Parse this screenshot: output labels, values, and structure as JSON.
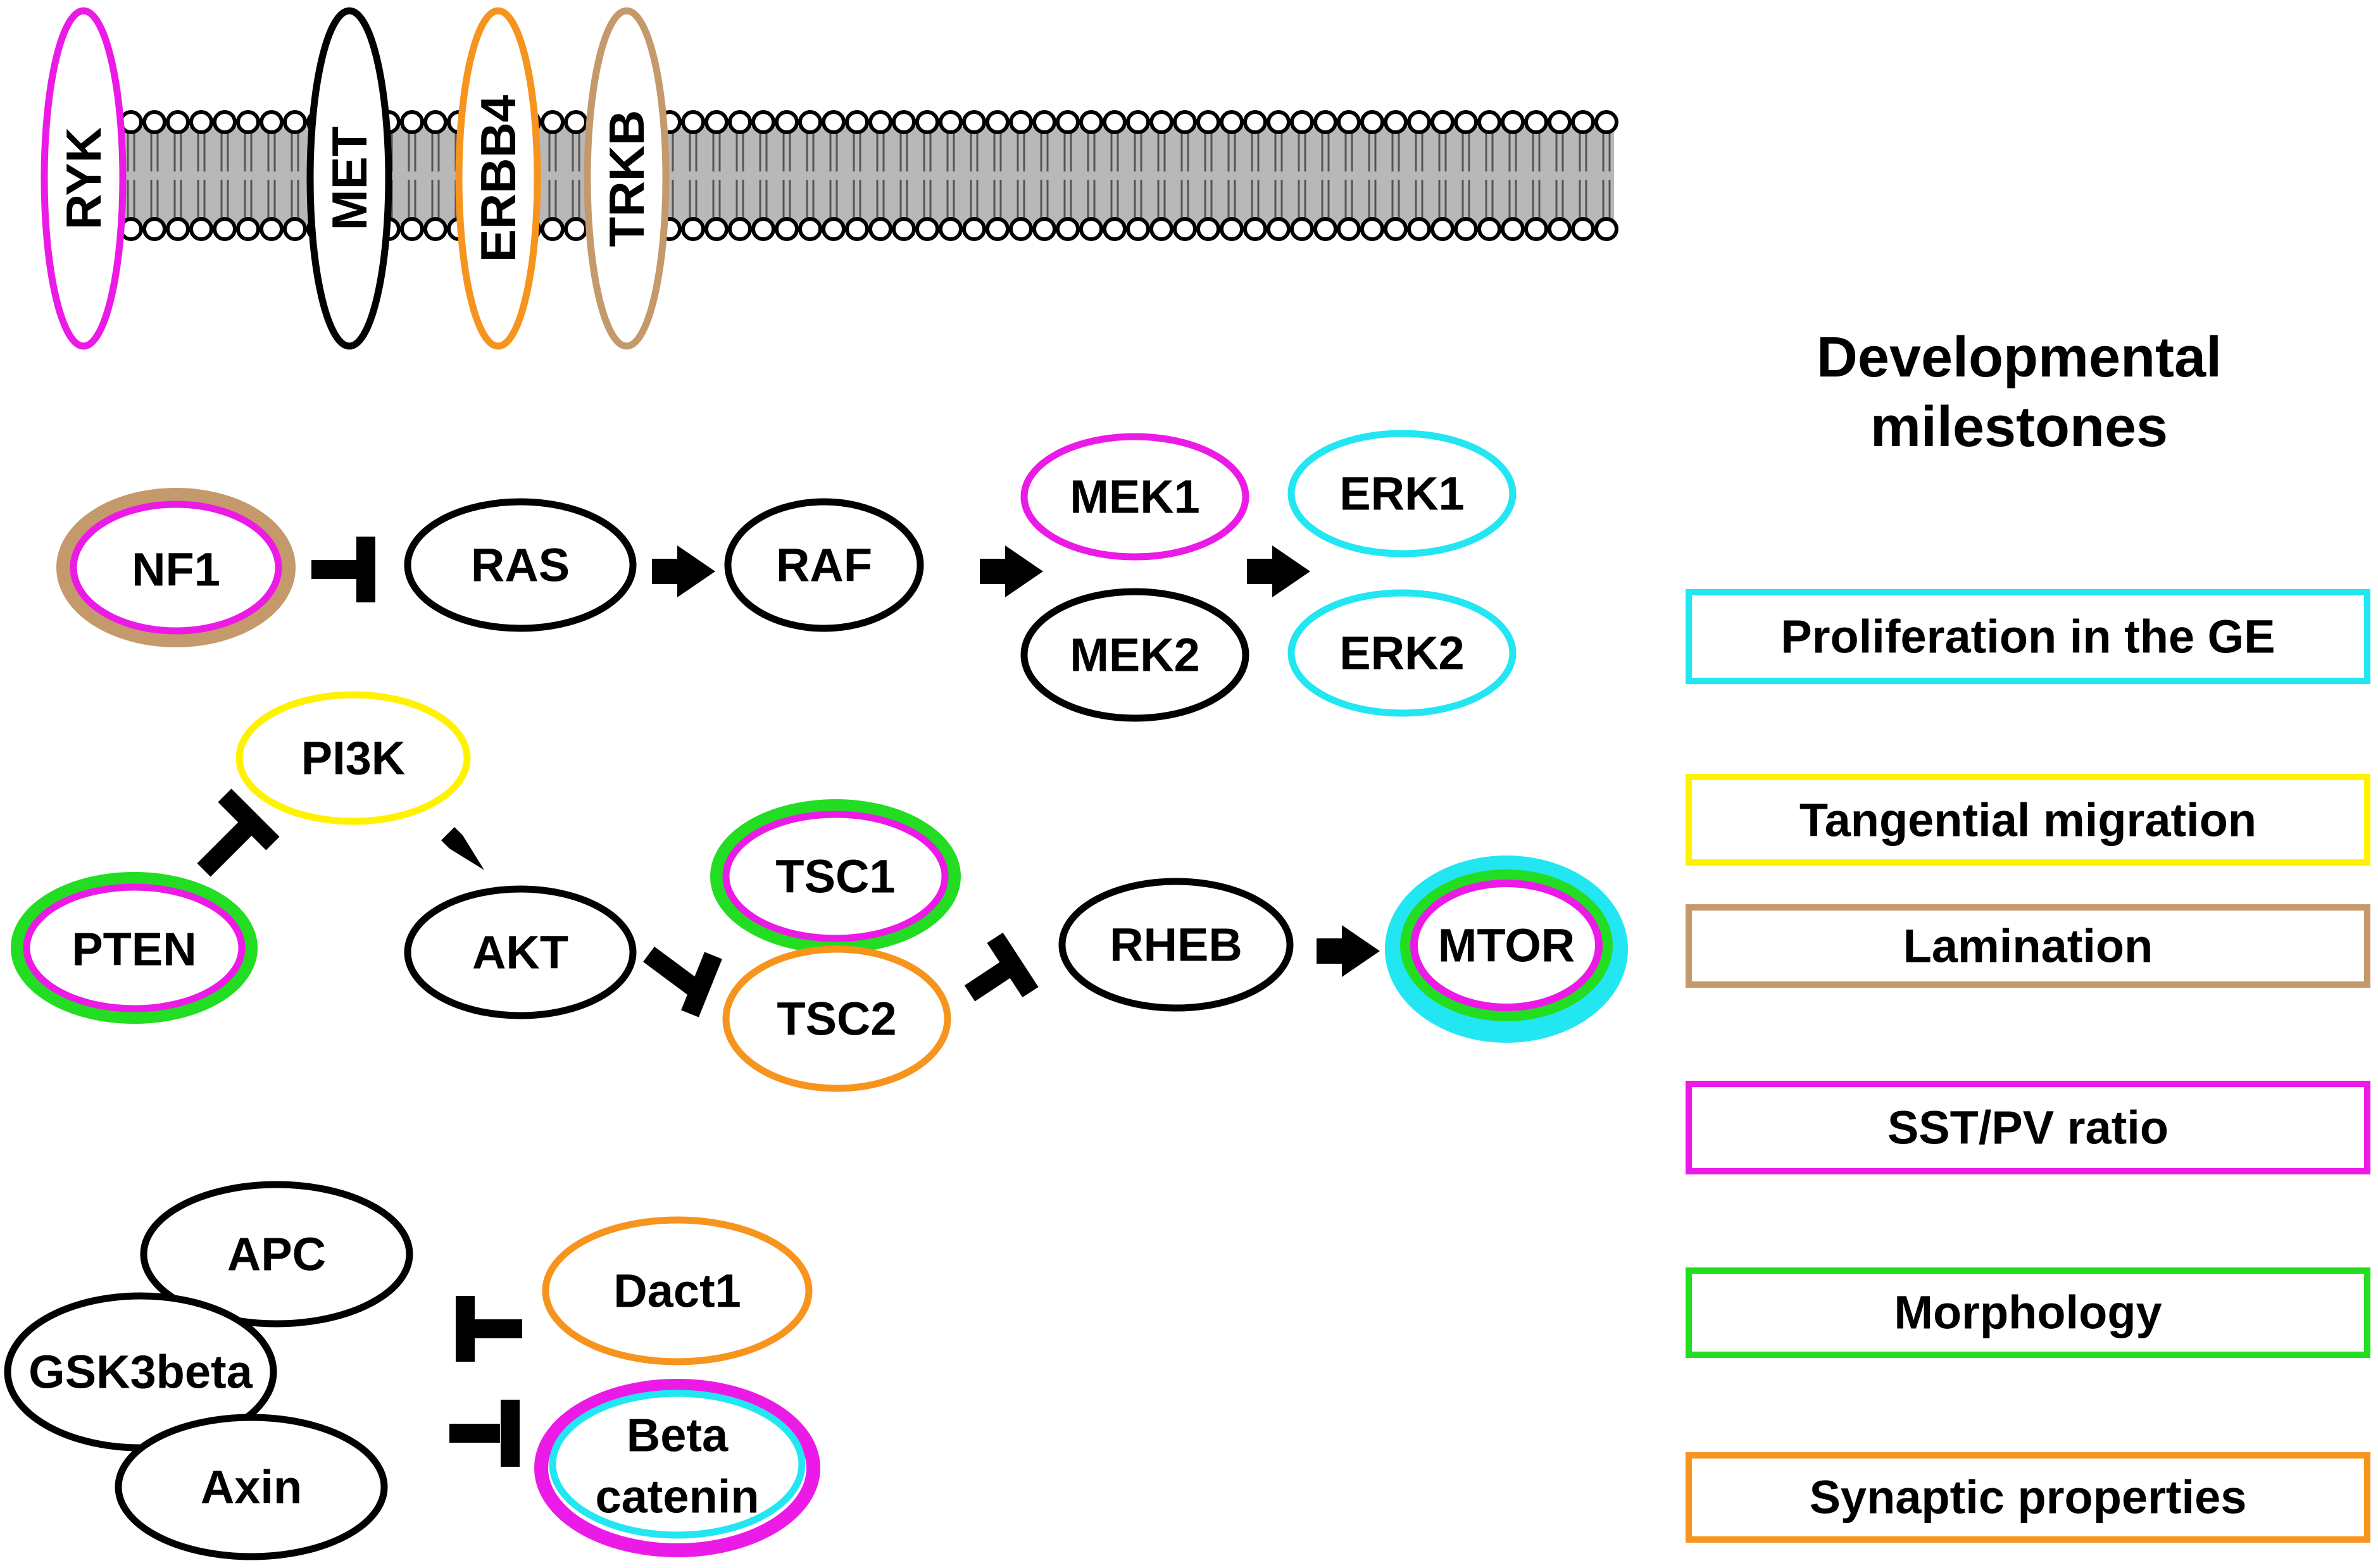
{
  "colors": {
    "cyan": "#22E6F2",
    "yellow": "#FFF200",
    "tan": "#C49A6C",
    "magenta": "#EC1AE6",
    "green": "#22DD22",
    "orange": "#F7941D",
    "black": "#000000",
    "membrane_fill": "#B8B8B8"
  },
  "receptors": [
    {
      "label": "RYK",
      "color": "magenta"
    },
    {
      "label": "MET",
      "color": "black"
    },
    {
      "label": "ERBB4",
      "color": "orange"
    },
    {
      "label": "TRKB",
      "color": "tan"
    }
  ],
  "nodes": {
    "nf1": "NF1",
    "ras": "RAS",
    "raf": "RAF",
    "mek1": "MEK1",
    "mek2": "MEK2",
    "erk1": "ERK1",
    "erk2": "ERK2",
    "pi3k": "PI3K",
    "pten": "PTEN",
    "akt": "AKT",
    "tsc1": "TSC1",
    "tsc2": "TSC2",
    "rheb": "RHEB",
    "mtor": "MTOR",
    "apc": "APC",
    "gsk3beta": "GSK3beta",
    "axin": "Axin",
    "dact1": "Dact1",
    "beta_catenin_line1": "Beta",
    "beta_catenin_line2": "catenin"
  },
  "legend": {
    "title_line1": "Developmental",
    "title_line2": "milestones",
    "items": [
      {
        "label": "Proliferation in the GE",
        "color": "cyan"
      },
      {
        "label": "Tangential migration",
        "color": "yellow"
      },
      {
        "label": "Lamination",
        "color": "tan"
      },
      {
        "label": "SST/PV ratio",
        "color": "magenta"
      },
      {
        "label": "Morphology",
        "color": "green"
      },
      {
        "label": "Synaptic properties",
        "color": "orange"
      }
    ]
  }
}
